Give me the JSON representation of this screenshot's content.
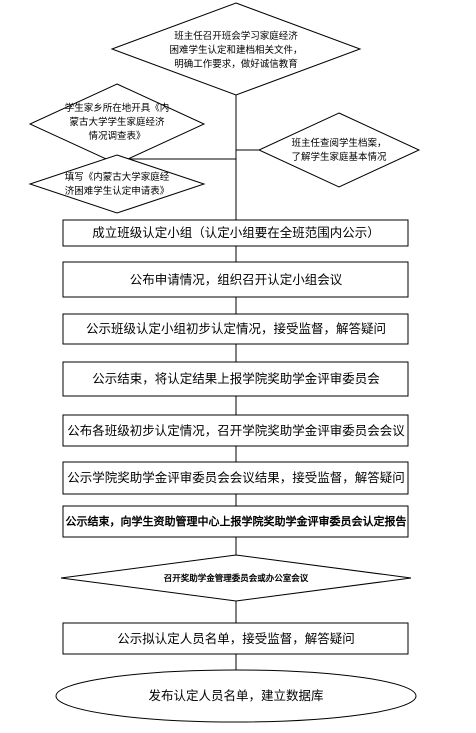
{
  "top_diamond": {
    "lines": [
      "班主任召开班会学习家庭经济",
      "困难学生认定和建档相关文件，",
      "明确工作要求，做好诚信教育"
    ]
  },
  "left_diamond_1": {
    "lines": [
      "学生家乡所在地开具《内",
      "蒙古大学学生家庭经济",
      "情况调查表》"
    ]
  },
  "left_diamond_2": {
    "lines": [
      "填写《内蒙古大学家庭经",
      "济困难学生认定申请表》"
    ]
  },
  "right_diamond": {
    "lines": [
      "班主任查阅学生档案，",
      "了解学生家庭基本情况"
    ]
  },
  "steps": [
    "成立班级认定小组（认定小组要在全班范围内公示）",
    "公布申请情况，组织召开认定小组会议",
    "公示班级认定小组初步认定情况，接受监督，解答疑问",
    "公示结束，将认定结果上报学院奖助学金评审委员会",
    "公布各班级初步认定情况，召开学院奖助学金评审委员会会议",
    "公示学院奖助学金评审委员会会议结果，接受监督，解答疑问",
    "公示结束，向学生资助管理中心上报学院奖助学金评审委员会认定报告"
  ],
  "bottom_diamond": "召开奖助学金管理委员会或办公室会议",
  "after_meeting_step": "公示拟认定人员名单，接受监督，解答疑问",
  "final_ellipse": "发布认定人员名单，建立数据库"
}
